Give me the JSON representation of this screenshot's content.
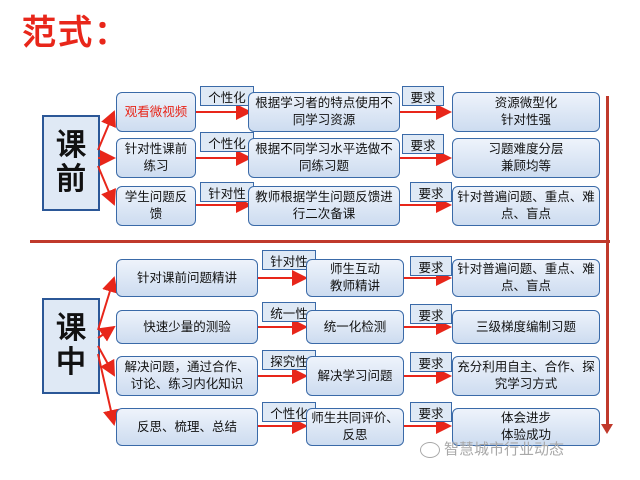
{
  "title": "范式：",
  "phases": {
    "pre": [
      "课",
      "前"
    ],
    "in": [
      "课",
      "中"
    ]
  },
  "pre": {
    "rows": [
      {
        "step": "观看微视频",
        "label": "个性化",
        "action": "根据学习者的特点使用不同学习资源",
        "req": "要求",
        "result": "资源微型化\n针对性强"
      },
      {
        "step": "针对性课前练习",
        "label": "个性化",
        "action": "根据不同学习水平选做不同练习题",
        "req": "要求",
        "result": "习题难度分层\n兼顾均等"
      },
      {
        "step": "学生问题反馈",
        "label": "针对性",
        "action": "教师根据学生问题反馈进行二次备课",
        "req": "要求",
        "result": "针对普遍问题、重点、难点、盲点"
      }
    ]
  },
  "in": {
    "rows": [
      {
        "step": "针对课前问题精讲",
        "label": "针对性",
        "action": "师生互动\n教师精讲",
        "req": "要求",
        "result": "针对普遍问题、重点、难点、盲点"
      },
      {
        "step": "快速少量的测验",
        "label": "统一性",
        "action": "统一化检测",
        "req": "要求",
        "result": "三级梯度编制习题"
      },
      {
        "step": "解决问题，通过合作、讨论、练习内化知识",
        "label": "探究性",
        "action": "解决学习问题",
        "req": "要求",
        "result": "充分利用自主、合作、探究学习方式"
      },
      {
        "step": "反思、梳理、总结",
        "label": "个性化",
        "action": "师生共同评价、反思",
        "req": "要求",
        "result": "体会进步\n体验成功"
      }
    ]
  },
  "watermark": "智慧城市行业动态",
  "colors": {
    "arrow": "#e8261a",
    "box_border": "#3a6aa8",
    "title": "#e8261a"
  }
}
